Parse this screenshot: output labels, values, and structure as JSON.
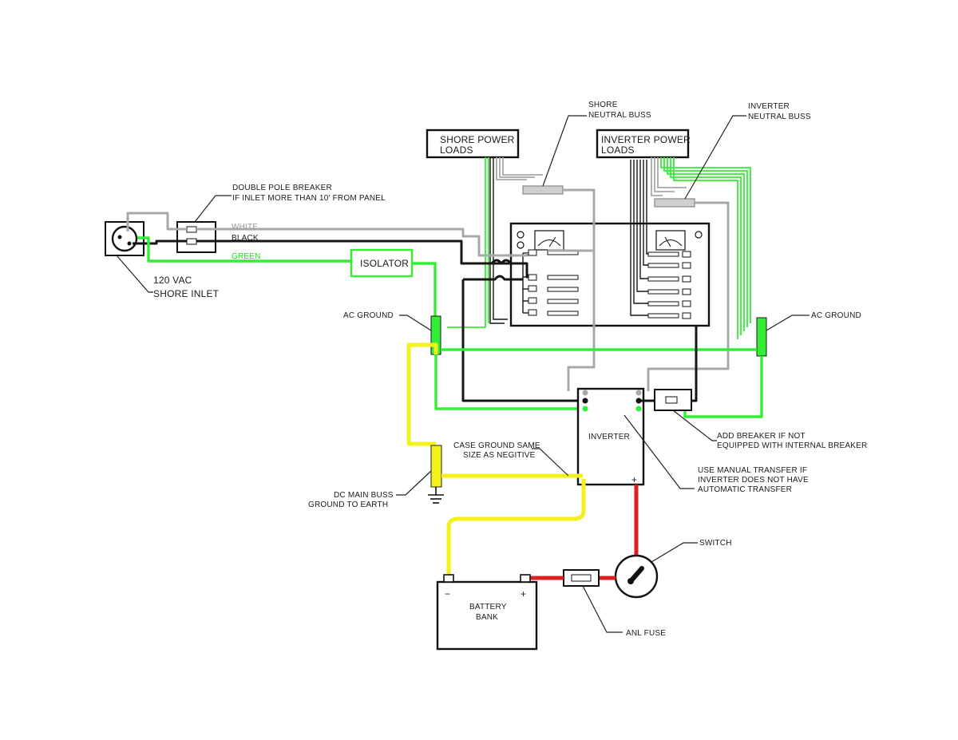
{
  "labels": {
    "shore_power_loads": [
      "SHORE POWER",
      "LOADS"
    ],
    "inverter_power_loads": [
      "INVERTER POWER",
      "LOADS"
    ],
    "shore_neutral_buss": [
      "SHORE",
      "NEUTRAL BUSS"
    ],
    "inverter_neutral_buss": [
      "INVERTER",
      "NEUTRAL BUSS"
    ],
    "double_pole_breaker": [
      "DOUBLE POLE BREAKER",
      "IF INLET MORE THAN 10' FROM PANEL"
    ],
    "white": "WHITE",
    "black": "BLACK",
    "green": "GREEN",
    "isolator": "ISOLATOR",
    "shore_inlet": [
      "120 VAC",
      "SHORE INLET"
    ],
    "ac_ground_left": "AC GROUND",
    "ac_ground_right": "AC GROUND",
    "inverter": "INVERTER",
    "add_breaker": [
      "ADD BREAKER IF NOT",
      "EQUIPPED WITH INTERNAL BREAKER"
    ],
    "case_ground": [
      "CASE GROUND SAME",
      "SIZE AS NEGITIVE"
    ],
    "manual_transfer": [
      "USE MANUAL TRANSFER IF",
      "INVERTER DOES NOT HAVE",
      "AUTOMATIC TRANSFER"
    ],
    "dc_main_buss": [
      "DC MAIN BUSS",
      "GROUND TO EARTH"
    ],
    "switch": "SWITCH",
    "battery_bank": [
      "BATTERY",
      "BANK"
    ],
    "battery_minus": "−",
    "battery_plus": "+",
    "inverter_plus": "+",
    "anl_fuse": "ANL FUSE"
  },
  "colors": {
    "hot": "#151515",
    "neutral": "#a8a8a8",
    "ground": "#33ee33",
    "dc_negative": "#f2f21a",
    "dc_positive": "#dd1f1f"
  },
  "icons": [
    "shore-inlet-icon",
    "breaker-icon",
    "meter-icon",
    "ground-symbol-icon",
    "fuse-icon",
    "switch-icon"
  ]
}
